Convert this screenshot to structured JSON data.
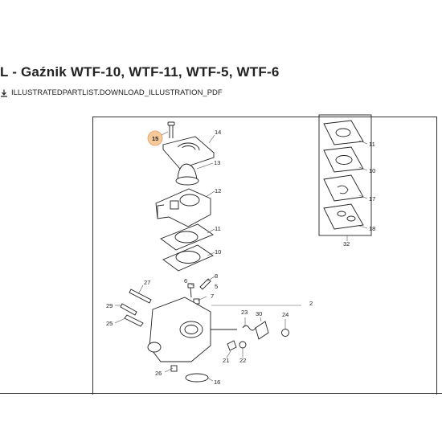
{
  "page": {
    "title": "L - Gaźnik WTF-10, WTF-11, WTF-5, WTF-6",
    "download_link": "ILLUSTRATEDPARTLIST.DOWNLOAD_ILLUSTRATION_PDF"
  },
  "diagram": {
    "highlighted_part": "15",
    "part_labels": [
      "15",
      "14",
      "13",
      "12",
      "11",
      "10",
      "8",
      "7",
      "6",
      "5",
      "27",
      "29",
      "25",
      "23",
      "30",
      "24",
      "21",
      "22",
      "26",
      "16",
      "2",
      "11",
      "10",
      "17",
      "18",
      "32"
    ],
    "accent_color": "#f6c89a"
  }
}
